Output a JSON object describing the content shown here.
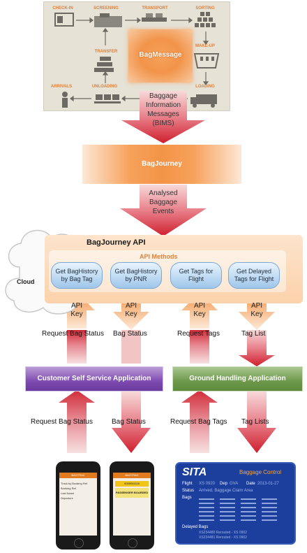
{
  "process": {
    "stages": [
      "CHECK-IN",
      "SCREENING",
      "TRANSPORT",
      "SORTING",
      "TRANSFER",
      "MAKE-UP",
      "ARRIVALS",
      "UNLOADING",
      "LOADING"
    ],
    "center": "BagMessage"
  },
  "arrow1": {
    "lines": [
      "Baggage",
      "Information",
      "Messages",
      "(BIMS)"
    ]
  },
  "bagjourney": "BagJourney",
  "arrow2": {
    "lines": [
      "Analysed",
      "Baggage",
      "Events"
    ]
  },
  "cloud_label": "Cloud",
  "api": {
    "title": "BagJourney API",
    "methods_title": "API Methods",
    "methods": [
      [
        "Get BagHistory",
        "by Bag Tag"
      ],
      [
        "Get BagHistory",
        "by PNR"
      ],
      [
        "Get Tags for",
        "Flight"
      ],
      [
        "Get Delayed",
        "Tags for Flight"
      ]
    ],
    "key_lines": [
      "API",
      "Key"
    ]
  },
  "flows_top": [
    "Request Bag Status",
    "Bag Status",
    "Request Tags",
    "Tag List"
  ],
  "apps": {
    "customer": "Customer Self Service Application",
    "ground": "Ground Handling Application"
  },
  "flows_bottom": [
    "Request Bag Status",
    "Bag Status",
    "Request Bag Tags",
    "Tag Lists"
  ],
  "phone1": {
    "header": "BAGTRAC",
    "rows": [
      "Track by Booking Ref",
      "Booking Ref",
      "Last Name",
      "Departure"
    ]
  },
  "phone2": {
    "header": "BAGTRAC",
    "tag": "0000001116",
    "banner": "PASSENGER BOARDED"
  },
  "sita": {
    "logo": "SITA",
    "title": "Baggage Control",
    "flight_label": "Flight",
    "flight": "XS 0920",
    "dep_label": "Dep",
    "dep": "GVA",
    "date_label": "Date",
    "date": "2013-01-27",
    "status_label": "Status",
    "status": "Arrived, Baggage Claim Area",
    "bags_label": "Bags",
    "delayed_label": "Delayed Bags",
    "delayed": [
      "XS234480  Rerouted - XS 0902",
      "XS234481  Rerouted - XS 0902"
    ]
  },
  "colors": {
    "orange": "#f39447",
    "red_arrow": "#d9323a",
    "purple": "#7e4bb0",
    "green": "#6e994c",
    "blue_method": "#9fc6ea",
    "sita_blue": "#1c3f9e"
  }
}
